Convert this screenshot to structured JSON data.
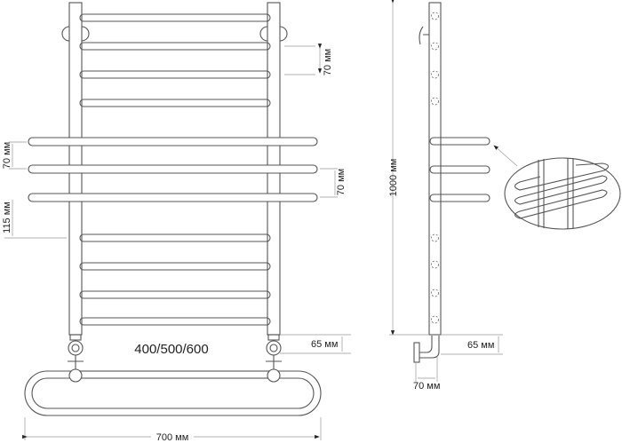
{
  "labels": {
    "front_top_spacing": "70 мм",
    "front_left_spacing": "70 мм",
    "front_right_spacing": "70 мм",
    "front_gap": "115 мм",
    "front_bottom_offset": "65 мм",
    "width_options": "400/500/600",
    "total_width": "700 мм",
    "height": "1000 мм",
    "side_bottom_offset": "65 мм",
    "side_wall_offset": "70 мм"
  },
  "colors": {
    "line": "#555555",
    "dimension": "#999999"
  }
}
